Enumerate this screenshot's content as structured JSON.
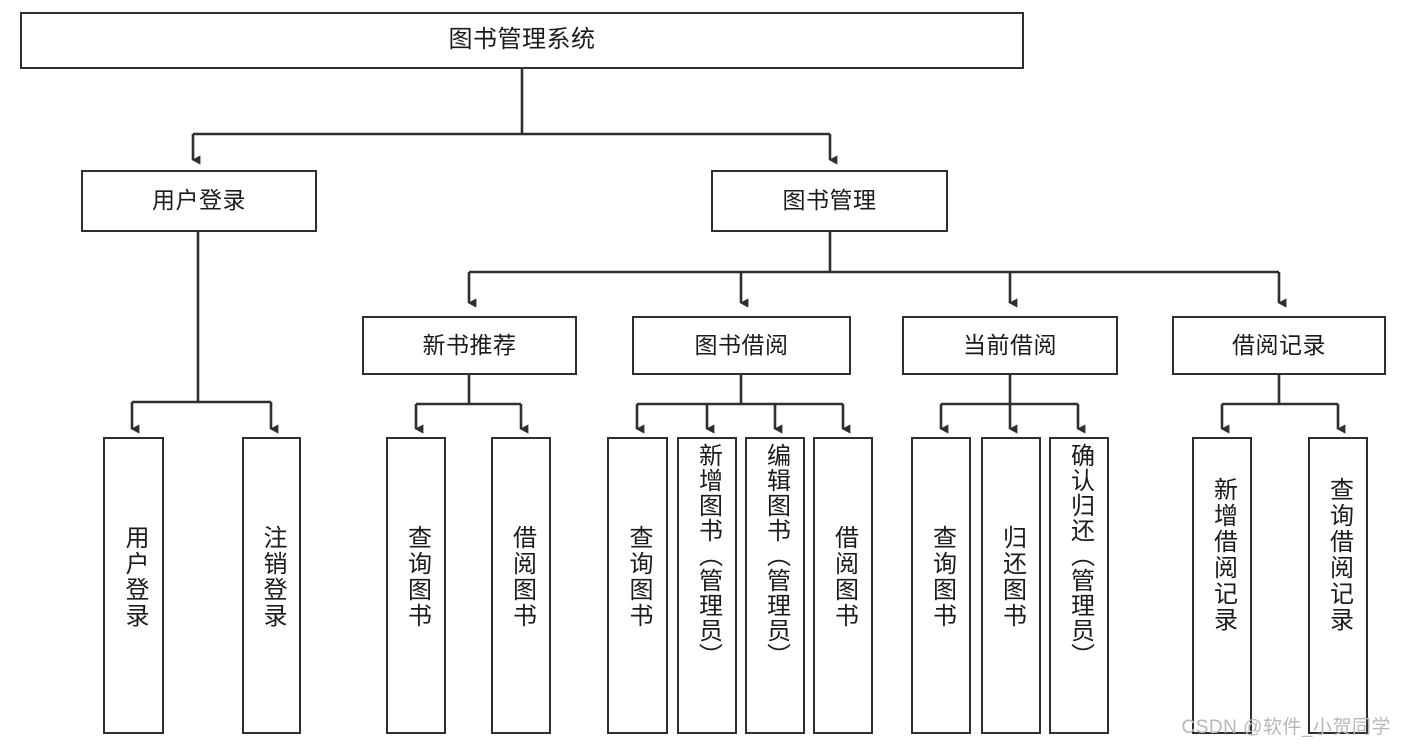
{
  "diagram": {
    "title": "图书管理系统",
    "root": {
      "label": "图书管理系统"
    },
    "level2": [
      {
        "label": "用户登录"
      },
      {
        "label": "图书管理"
      }
    ],
    "level3": [
      {
        "label": "新书推荐"
      },
      {
        "label": "图书借阅"
      },
      {
        "label": "当前借阅"
      },
      {
        "label": "借阅记录"
      }
    ],
    "leaves": {
      "user_login": [
        {
          "label": "用户登录"
        },
        {
          "label": "注销登录"
        }
      ],
      "new_book_recommend": [
        {
          "label": "查询图书"
        },
        {
          "label": "借阅图书"
        }
      ],
      "book_borrow": [
        {
          "label": "查询图书"
        },
        {
          "label": "新增图书（管理员）"
        },
        {
          "label": "编辑图书（管理员）"
        },
        {
          "label": "借阅图书"
        }
      ],
      "current_borrow": [
        {
          "label": "查询图书"
        },
        {
          "label": "归还图书"
        },
        {
          "label": "确认归还（管理员）"
        }
      ],
      "borrow_record": [
        {
          "label": "新增借阅记录"
        },
        {
          "label": "查询借阅记录"
        }
      ]
    }
  },
  "watermark": {
    "text": "CSDN @软件_小贺同学"
  },
  "colors": {
    "box_border": "#2f2f2f",
    "box_fill": "#ffffff",
    "edge": "#2f2f2f",
    "text": "#1b1b1b",
    "watermark": "#b8b8b8"
  }
}
